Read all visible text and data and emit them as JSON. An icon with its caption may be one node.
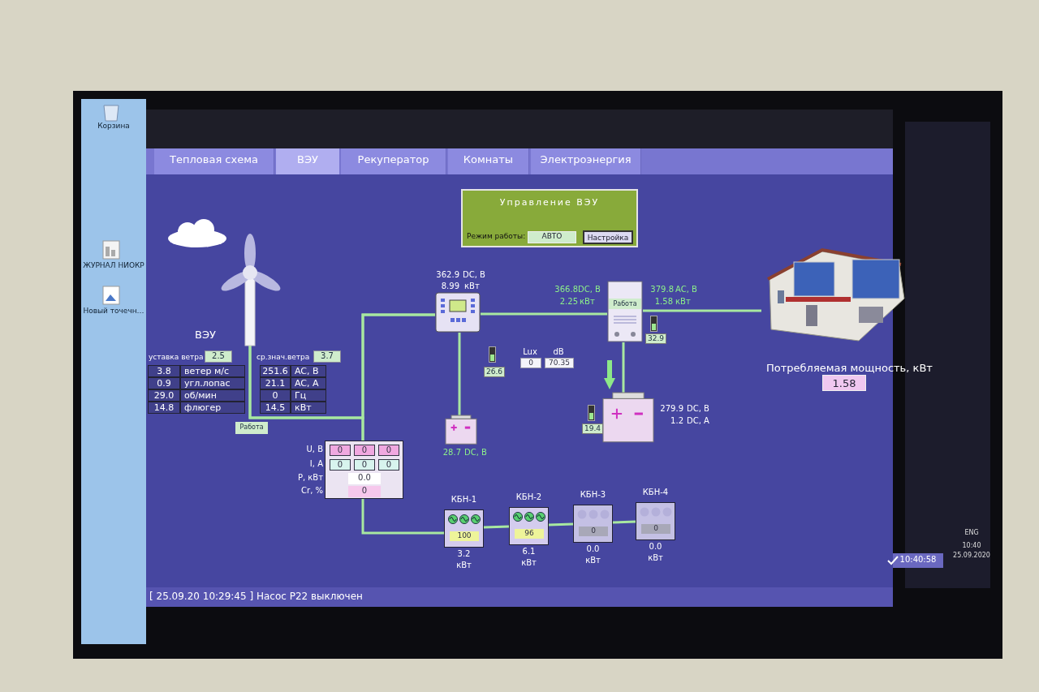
{
  "diagram": {
    "nodes": [
      {
        "text": [
          "Управление ВЭУ",
          "Режим работы:",
          "АВТО",
          "Настройка"
        ]
      },
      {
        "text": [
          "ВЭУ"
        ]
      },
      {
        "text": [],
        "shape": "picture",
        "beside": [
          "362.9",
          "DC, В",
          "8.99",
          "кВт"
        ]
      },
      {
        "text": [
          "Работа"
        ],
        "beside": [
          "366.8",
          "DC, В",
          "2.25",
          "кВт",
          "379.8",
          "AC, В",
          "1.58",
          "кВт",
          "32.9"
        ]
      },
      {
        "text": [],
        "shape": "picture",
        "beside": [
          "Потребляемая мощность, кВт",
          "1.58"
        ]
      },
      {
        "text": [],
        "shape": "picture",
        "beside": [
          "28.7",
          "DC, В"
        ]
      },
      {
        "text": [],
        "shape": "picture",
        "beside": [
          "279.9",
          "DC, В",
          "1.2",
          "DC, А",
          "19.4"
        ]
      },
      {
        "text": [
          "0",
          "0",
          "0",
          "0",
          "0",
          "0",
          "0.0",
          "0"
        ],
        "beside": [
          "U, В",
          "I, А",
          "P, кВт",
          "Cr, %"
        ]
      },
      {
        "text": [
          "КБН-1",
          "100"
        ],
        "beside": [
          "3.2",
          "кВт"
        ]
      },
      {
        "text": [
          "КБН-2",
          "96"
        ],
        "beside": [
          "6.1",
          "кВт"
        ]
      },
      {
        "text": [
          "КБН-3",
          "0"
        ],
        "beside": [
          "0.0",
          "кВт"
        ]
      },
      {
        "text": [
          "КБН-4",
          "0"
        ],
        "beside": [
          "0.0",
          "кВт"
        ]
      }
    ],
    "edges": [
      {
        "from": 1,
        "to": 2,
        "arrow": "none"
      },
      {
        "from": 1,
        "to": 7,
        "arrow": "none"
      },
      {
        "from": 2,
        "to": 7,
        "arrow": "none"
      },
      {
        "from": 2,
        "to": 3,
        "arrow": "none"
      },
      {
        "from": 3,
        "to": 4,
        "arrow": "none"
      },
      {
        "from": 2,
        "to": 5,
        "arrow": "none"
      },
      {
        "from": 3,
        "to": 6,
        "arrow": "none"
      },
      {
        "from": 7,
        "to": 8,
        "arrow": "none"
      },
      {
        "from": 8,
        "to": 9,
        "arrow": "none"
      },
      {
        "from": 9,
        "to": 10,
        "arrow": "none"
      },
      {
        "from": 10,
        "to": 11,
        "arrow": "none"
      }
    ],
    "labels": [
      "Тепловая схема",
      "ВЭУ",
      "Рекуператор",
      "Комнаты",
      "Электроэнергия",
      "уставка ветра",
      "2.5",
      "ср.знач.ветра",
      "3.7",
      "3.8",
      "ветер м/с",
      "0.9",
      "угл.лопас",
      "29.0",
      "об/мин",
      "14.8",
      "флюгер",
      "251.6",
      "AC, В",
      "21.1",
      "AC, А",
      "0",
      "Гц",
      "14.5",
      "кВт",
      "Работа",
      "Lux",
      "dB",
      "0",
      "70.35",
      "26.6",
      "[ 25.09.20 10:29:45 ] Насос Р22 выключен",
      "10:40:58",
      "Корзина",
      "ЖУРНАЛ НИОКР",
      "Новый точечн…",
      "ENG",
      "10:40",
      "25.09.2020"
    ]
  }
}
